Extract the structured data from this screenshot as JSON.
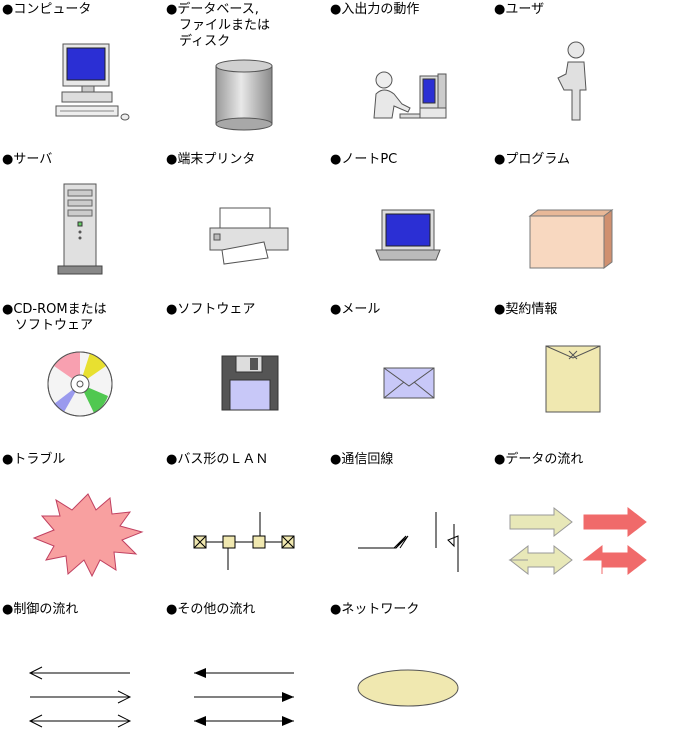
{
  "legend": {
    "computer": "●コンピュータ",
    "database": "●データベース,\n　ファイルまたは\n　ディスク",
    "io": "●入出力の動作",
    "user": "●ユーザ",
    "server": "●サーバ",
    "printer": "●端末プリンタ",
    "notebook": "●ノートPC",
    "program": "●プログラム",
    "cdrom": "●CD-ROMまたは\n　ソフトウェア",
    "software": "●ソフトウェア",
    "mail": "●メール",
    "contract": "●契約情報",
    "trouble": "●トラブル",
    "lan": "●バス形のＬＡＮ",
    "line": "●通信回線",
    "dataflow": "●データの流れ",
    "control": "●制御の流れ",
    "other": "●その他の流れ",
    "network": "●ネットワーク"
  },
  "colors": {
    "screen_blue": "#2b2fd4",
    "box_peach": "#f8d8c0",
    "trouble_pink": "#f8a0a0",
    "envelope": "#c8c8f8",
    "contract_tan": "#f0e8b0",
    "arrow_yellow": "#e8e8b8",
    "arrow_red": "#f06a6a",
    "network_fill": "#f0e8b0",
    "lan_node": "#f0e8b0"
  }
}
